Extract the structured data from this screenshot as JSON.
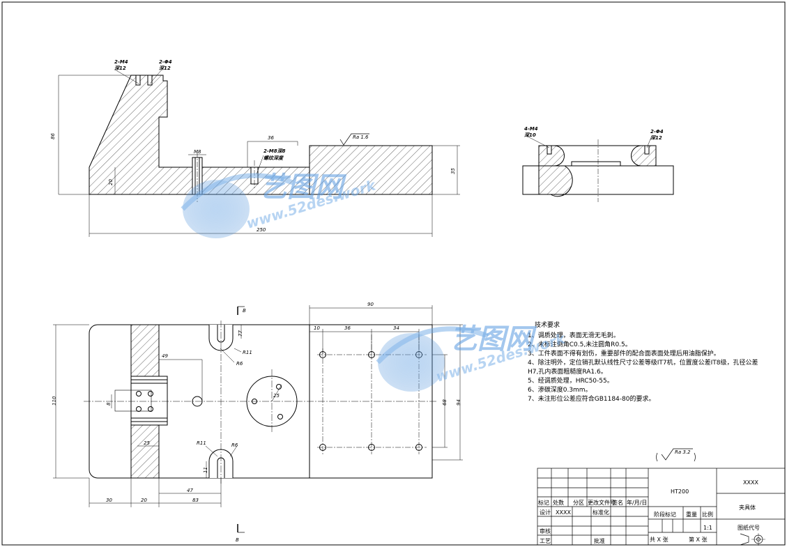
{
  "dims_front": {
    "d86": "86",
    "d36": "36",
    "m8": "M8",
    "hole_note": "2-M8深8",
    "hole_note2": "螺纹深度",
    "d35": "35",
    "d20": "20",
    "d250": "250",
    "ra16": "Ra 1.6",
    "top_left_a": "2-M4",
    "top_left_b": "深12",
    "top_right_a": "2-Φ4",
    "top_right_b": "深12"
  },
  "dims_side": {
    "left_a": "4-M4",
    "left_b": "深10",
    "right_a": "2-Φ4",
    "right_b": "深12"
  },
  "dims_plan": {
    "b_top": "B",
    "b_bottom": "B",
    "d90": "90",
    "d10": "10",
    "d36": "36",
    "d34": "34",
    "d77": "77",
    "r11a": "R11",
    "r6a": "R6",
    "d49": "49",
    "d8": "8",
    "d25c": "25",
    "d110": "110",
    "d68": "68",
    "d94": "94",
    "d25": "25",
    "r11b": "R11",
    "r6b": "R6",
    "d11": "11",
    "d47": "47",
    "d30": "30",
    "d20": "20",
    "d83": "83"
  },
  "notes": {
    "title": "技术要求",
    "lines": [
      "1、调质处理，表面无滑无毛刺。",
      "2、未标注倒角C0.5,未注圆角R0.5。",
      "3、工件表面不得有划伤，重要部件的配合面表面处理后用油脂保护。",
      "4、除注明外，定位销孔默认线性尺寸公差等级IT7机，位置度公差IT8级，孔径公差",
      "H7,孔内表面粗糙度RA1.6。",
      "5、经调质处理，HRC50-55。",
      "6、渗碳深度0.3mm。",
      "7、未注形位公差应符合GB1184-80的要求。"
    ],
    "roughness": "Ra 3.2"
  },
  "title_block": {
    "material": "HT200",
    "company": "XXXX",
    "part_name": "夹具体",
    "drawing_no": "图纸代号",
    "mark": "标记",
    "count": "处数",
    "zone": "分区",
    "change_doc": "更改文件号",
    "sign": "签名",
    "date": "年/月/日",
    "design": "设计",
    "designer": "XXXX",
    "standard": "标准化",
    "stage": "阶段标记",
    "weight": "重量",
    "ratio": "比例",
    "scale": "1:1",
    "review": "审核",
    "process": "工艺",
    "approve": "批准",
    "total_sheets": "共 X 张",
    "sheet_no": "第 X 张"
  },
  "watermark": {
    "brand": "艺图网",
    "url": "www.52des.work"
  }
}
